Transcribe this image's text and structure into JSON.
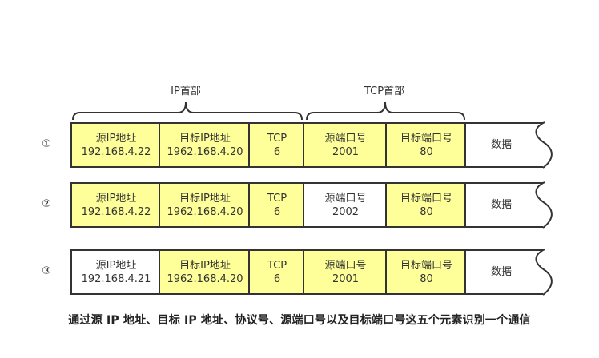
{
  "headers": {
    "ip": "IP首部",
    "tcp": "TCP首部"
  },
  "colors": {
    "highlight": "#ffff99",
    "plain": "#ffffff",
    "border": "#333333"
  },
  "rows": [
    {
      "number": "①",
      "cells": [
        {
          "label": "源IP地址",
          "value": "192.168.4.22",
          "highlighted": true
        },
        {
          "label": "目标IP地址",
          "value": "1962.168.4.20",
          "highlighted": true
        },
        {
          "label": "TCP",
          "value": "6",
          "highlighted": true
        },
        {
          "label": "源端口号",
          "value": "2001",
          "highlighted": true
        },
        {
          "label": "目标端口号",
          "value": "80",
          "highlighted": true
        },
        {
          "label": "数据",
          "value": "",
          "highlighted": false
        }
      ]
    },
    {
      "number": "②",
      "cells": [
        {
          "label": "源IP地址",
          "value": "192.168.4.22",
          "highlighted": true
        },
        {
          "label": "目标IP地址",
          "value": "1962.168.4.20",
          "highlighted": true
        },
        {
          "label": "TCP",
          "value": "6",
          "highlighted": true
        },
        {
          "label": "源端口号",
          "value": "2002",
          "highlighted": false
        },
        {
          "label": "目标端口号",
          "value": "80",
          "highlighted": true
        },
        {
          "label": "数据",
          "value": "",
          "highlighted": false
        }
      ]
    },
    {
      "number": "③",
      "cells": [
        {
          "label": "源IP地址",
          "value": "192.168.4.21",
          "highlighted": false
        },
        {
          "label": "目标IP地址",
          "value": "1962.168.4.20",
          "highlighted": true
        },
        {
          "label": "TCP",
          "value": "6",
          "highlighted": true
        },
        {
          "label": "源端口号",
          "value": "2001",
          "highlighted": true
        },
        {
          "label": "目标端口号",
          "value": "80",
          "highlighted": true
        },
        {
          "label": "数据",
          "value": "",
          "highlighted": false
        }
      ]
    }
  ],
  "caption": "通过源 IP 地址、目标 IP 地址、协议号、源端口号以及目标端口号这五个元素识别一个通信"
}
